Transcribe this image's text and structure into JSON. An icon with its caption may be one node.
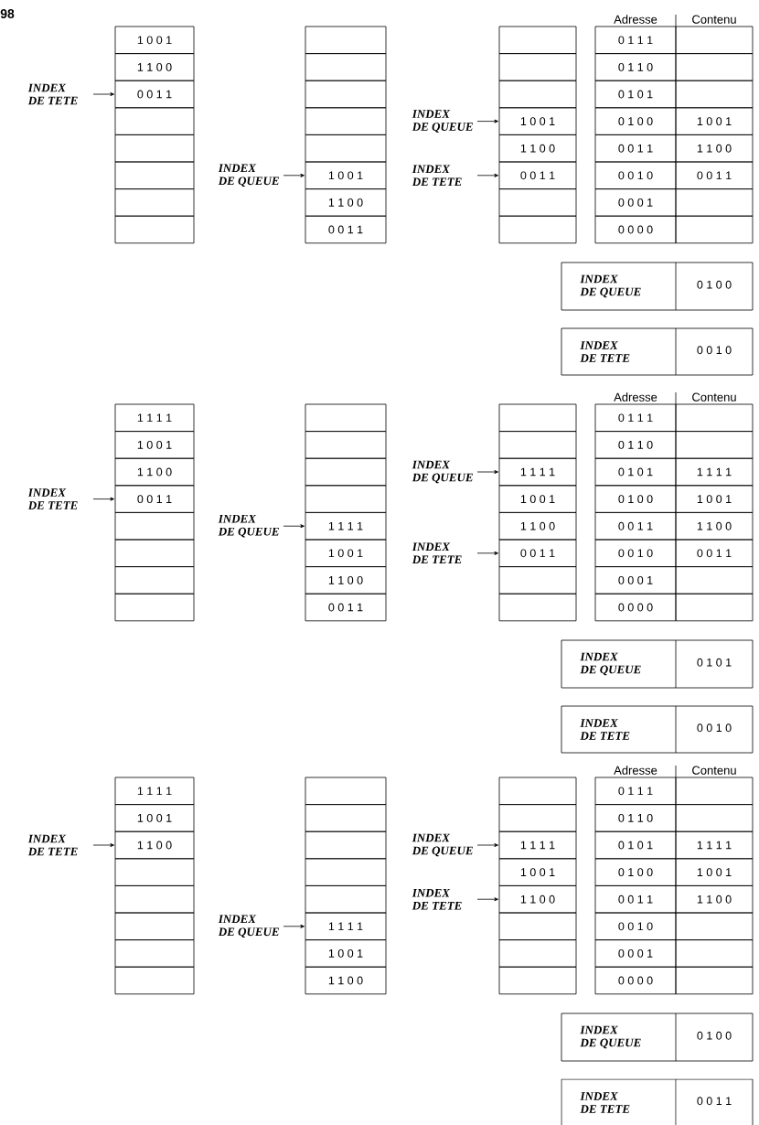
{
  "diagram": {
    "nodes": [
      {
        "text": [
          "1 0 0 1"
        ]
      },
      {
        "text": [
          "1 1 0 0"
        ]
      },
      {
        "text": [
          "0 0 1 1"
        ]
      },
      {
        "text": [],
        "shape": "box"
      },
      {
        "text": [],
        "shape": "box"
      },
      {
        "text": [],
        "shape": "box"
      },
      {
        "text": [],
        "shape": "box"
      },
      {
        "text": [],
        "shape": "box"
      },
      {
        "text": [],
        "shape": "box"
      },
      {
        "text": [],
        "shape": "box"
      },
      {
        "text": [],
        "shape": "box"
      },
      {
        "text": [],
        "shape": "box"
      },
      {
        "text": [],
        "shape": "box"
      },
      {
        "text": [
          "1 0 0 1"
        ]
      },
      {
        "text": [
          "1 1 0 0"
        ]
      },
      {
        "text": [
          "0 0 1 1"
        ]
      },
      {
        "text": [],
        "shape": "box"
      },
      {
        "text": [],
        "shape": "box"
      },
      {
        "text": [],
        "shape": "box"
      },
      {
        "text": [
          "1 0 0 1"
        ]
      },
      {
        "text": [
          "1 1 0 0"
        ]
      },
      {
        "text": [
          "0 0 1 1"
        ]
      },
      {
        "text": [],
        "shape": "box"
      },
      {
        "text": [],
        "shape": "box"
      },
      {
        "text": [
          "0 1 1 1"
        ]
      },
      {
        "text": [],
        "shape": "box"
      },
      {
        "text": [
          "0 1 1 0"
        ]
      },
      {
        "text": [],
        "shape": "box"
      },
      {
        "text": [
          "0 1 0 1"
        ]
      },
      {
        "text": [],
        "shape": "box"
      },
      {
        "text": [
          "0 1 0 0"
        ]
      },
      {
        "text": [
          "1 0 0 1"
        ]
      },
      {
        "text": [
          "0 0 1 1"
        ]
      },
      {
        "text": [
          "1 1 0 0"
        ]
      },
      {
        "text": [
          "0 0 1 0"
        ]
      },
      {
        "text": [
          "0 0 1 1"
        ]
      },
      {
        "text": [
          "0 0 0 1"
        ]
      },
      {
        "text": [],
        "shape": "box"
      },
      {
        "text": [
          "0 0 0 0"
        ]
      },
      {
        "text": [],
        "shape": "box"
      },
      {
        "text": [
          "INDEX DE QUEUE",
          "0 1 0 0"
        ]
      },
      {
        "text": [
          "INDEX DE TETE",
          "0 0 1 0"
        ]
      },
      {
        "text": [
          "INDEX DE TETE"
        ]
      },
      {
        "text": [
          "INDEX DE QUEUE"
        ]
      },
      {
        "text": [
          "INDEX DE QUEUE"
        ]
      },
      {
        "text": [
          "INDEX DE TETE"
        ]
      },
      {
        "text": [
          "1 1 1 1"
        ]
      },
      {
        "text": [
          "1 0 0 1"
        ]
      },
      {
        "text": [
          "1 1 0 0"
        ]
      },
      {
        "text": [
          "0 0 1 1"
        ]
      },
      {
        "text": [],
        "shape": "box"
      },
      {
        "text": [],
        "shape": "box"
      },
      {
        "text": [],
        "shape": "box"
      },
      {
        "text": [],
        "shape": "box"
      },
      {
        "text": [],
        "shape": "box"
      },
      {
        "text": [],
        "shape": "box"
      },
      {
        "text": [],
        "shape": "box"
      },
      {
        "text": [],
        "shape": "box"
      },
      {
        "text": [
          "1 1 1 1"
        ]
      },
      {
        "text": [
          "1 0 0 1"
        ]
      },
      {
        "text": [
          "1 1 0 0"
        ]
      },
      {
        "text": [
          "0 0 1 1"
        ]
      },
      {
        "text": [],
        "shape": "box"
      },
      {
        "text": [],
        "shape": "box"
      },
      {
        "text": [
          "1 1 1 1"
        ]
      },
      {
        "text": [
          "1 0 0 1"
        ]
      },
      {
        "text": [
          "1 1 0 0"
        ]
      },
      {
        "text": [
          "0 0 1 1"
        ]
      },
      {
        "text": [],
        "shape": "box"
      },
      {
        "text": [],
        "shape": "box"
      },
      {
        "text": [
          "0 1 1 1"
        ]
      },
      {
        "text": [],
        "shape": "box"
      },
      {
        "text": [
          "0 1 1 0"
        ]
      },
      {
        "text": [],
        "shape": "box"
      },
      {
        "text": [
          "0 1 0 1"
        ]
      },
      {
        "text": [
          "1 1 1 1"
        ]
      },
      {
        "text": [
          "0 1 0 0"
        ]
      },
      {
        "text": [
          "1 0 0 1"
        ]
      },
      {
        "text": [
          "0 0 1 1"
        ]
      },
      {
        "text": [
          "1 1 0 0"
        ]
      },
      {
        "text": [
          "0 0 1 0"
        ]
      },
      {
        "text": [
          "0 0 1 1"
        ]
      },
      {
        "text": [
          "0 0 0 1"
        ]
      },
      {
        "text": [],
        "shape": "box"
      },
      {
        "text": [
          "0 0 0 0"
        ]
      },
      {
        "text": [],
        "shape": "box"
      },
      {
        "text": [
          "INDEX DE QUEUE",
          "0 1 0 1"
        ]
      },
      {
        "text": [
          "INDEX DE TETE",
          "0 0 1 0"
        ]
      },
      {
        "text": [
          "INDEX DE TETE"
        ]
      },
      {
        "text": [
          "INDEX DE QUEUE"
        ]
      },
      {
        "text": [
          "INDEX DE QUEUE"
        ]
      },
      {
        "text": [
          "INDEX DE TETE"
        ]
      },
      {
        "text": [
          "1 1 1 1"
        ]
      },
      {
        "text": [
          "1 0 0 1"
        ]
      },
      {
        "text": [
          "1 1 0 0"
        ]
      },
      {
        "text": [],
        "shape": "box"
      },
      {
        "text": [],
        "shape": "box"
      },
      {
        "text": [],
        "shape": "box"
      },
      {
        "text": [],
        "shape": "box"
      },
      {
        "text": [],
        "shape": "box"
      },
      {
        "text": [],
        "shape": "box"
      },
      {
        "text": [],
        "shape": "box"
      },
      {
        "text": [],
        "shape": "box"
      },
      {
        "text": [],
        "shape": "box"
      },
      {
        "text": [],
        "shape": "box"
      },
      {
        "text": [
          "1 1 1 1"
        ]
      },
      {
        "text": [
          "1 0 0 1"
        ]
      },
      {
        "text": [
          "1 1 0 0"
        ]
      },
      {
        "text": [],
        "shape": "box"
      },
      {
        "text": [],
        "shape": "box"
      },
      {
        "text": [
          "1 1 1 1"
        ]
      },
      {
        "text": [
          "1 0 0 1"
        ]
      },
      {
        "text": [
          "1 1 0 0"
        ]
      },
      {
        "text": [],
        "shape": "box"
      },
      {
        "text": [],
        "shape": "box"
      },
      {
        "text": [],
        "shape": "box"
      },
      {
        "text": [
          "0 1 1 1"
        ]
      },
      {
        "text": [],
        "shape": "box"
      },
      {
        "text": [
          "0 1 1 0"
        ]
      },
      {
        "text": [],
        "shape": "box"
      },
      {
        "text": [
          "0 1 0 1"
        ]
      },
      {
        "text": [
          "1 1 1 1"
        ]
      },
      {
        "text": [
          "0 1 0 0"
        ]
      },
      {
        "text": [
          "1 0 0 1"
        ]
      },
      {
        "text": [
          "0 0 1 1"
        ]
      },
      {
        "text": [
          "1 1 0 0"
        ]
      },
      {
        "text": [
          "0 0 1 0"
        ]
      },
      {
        "text": [],
        "shape": "box"
      },
      {
        "text": [
          "0 0 0 1"
        ]
      },
      {
        "text": [],
        "shape": "box"
      },
      {
        "text": [
          "0 0 0 0"
        ]
      },
      {
        "text": [],
        "shape": "box"
      },
      {
        "text": [
          "INDEX DE QUEUE",
          "0 1 0 0"
        ]
      },
      {
        "text": [
          "INDEX DE TETE",
          "0 0 1 1"
        ]
      },
      {
        "text": [
          "INDEX DE TETE"
        ]
      },
      {
        "text": [
          "INDEX DE QUEUE"
        ]
      },
      {
        "text": [
          "INDEX DE QUEUE"
        ]
      },
      {
        "text": [
          "INDEX DE TETE"
        ]
      }
    ],
    "edges": [
      {
        "from": 42,
        "to": 2,
        "arrow": "to"
      },
      {
        "from": 43,
        "to": 13,
        "arrow": "to"
      },
      {
        "from": 44,
        "to": 19,
        "arrow": "to"
      },
      {
        "from": 45,
        "to": 21,
        "arrow": "to"
      },
      {
        "from": 88,
        "to": 49,
        "arrow": "to"
      },
      {
        "from": 89,
        "to": 58,
        "arrow": "to"
      },
      {
        "from": 90,
        "to": 64,
        "arrow": "to"
      },
      {
        "from": 91,
        "to": 67,
        "arrow": "to"
      },
      {
        "from": 134,
        "to": 94,
        "arrow": "to"
      },
      {
        "from": 135,
        "to": 105,
        "arrow": "to"
      },
      {
        "from": 136,
        "to": 110,
        "arrow": "to"
      },
      {
        "from": 137,
        "to": 112,
        "arrow": "to"
      }
    ],
    "labels": [
      "98",
      "Adresse",
      "Contenu",
      "Adresse",
      "Contenu",
      "Adresse",
      "Contenu"
    ]
  }
}
